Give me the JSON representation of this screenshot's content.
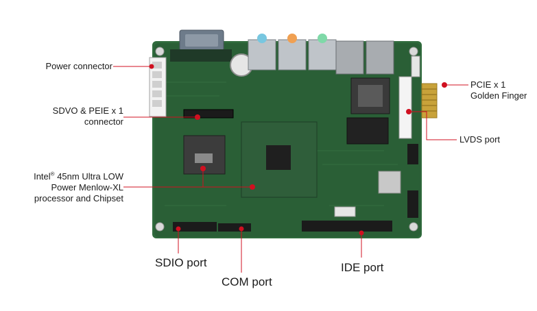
{
  "callouts": {
    "power_connector": "Power connector",
    "sdvo_line1": "SDVO & PEIE x 1",
    "sdvo_line2": "connector",
    "intel_line1_pre": "Intel",
    "intel_line1_reg": "®",
    "intel_line1_post": " 45nm Ultra LOW",
    "intel_line2": "Power Menlow-XL",
    "intel_line3": "processor and Chipset",
    "pcie_line1": "PCIE  x 1",
    "pcie_line2": "Golden Finger",
    "lvds": "LVDS port",
    "sdio": "SDIO port",
    "com": "COM port",
    "ide": "IDE port"
  },
  "colors": {
    "callout_line": "#d01020",
    "pcb_green": "#2f6a3c",
    "pcb_dark": "#234f2e",
    "gold": "#c8a23a"
  }
}
